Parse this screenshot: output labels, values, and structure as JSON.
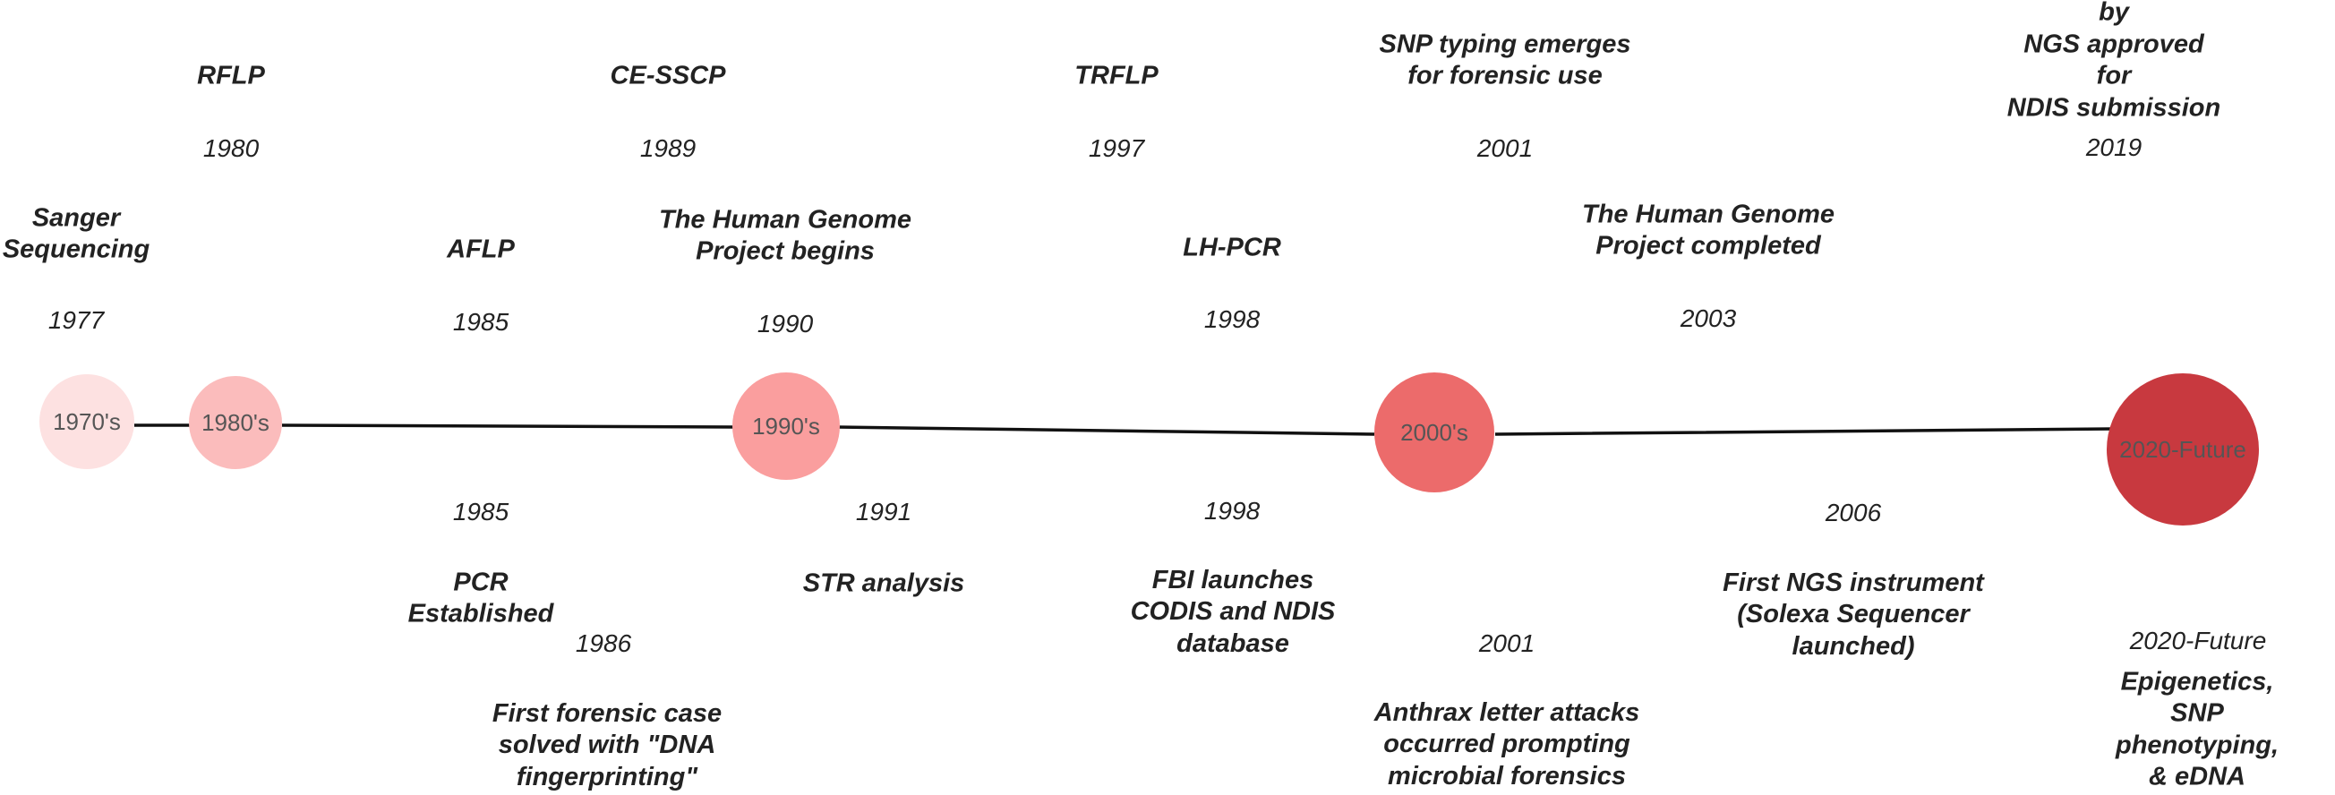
{
  "palette": {
    "line": "#111111",
    "era_1970s": "#fde1e1",
    "era_1980s": "#fbbcbc",
    "era_1990s": "#fa9e9e",
    "era_2000s": "#ec6b6b",
    "era_2020": "#c8393f"
  },
  "eras": [
    {
      "id": "era-1970s",
      "label": "1970's"
    },
    {
      "id": "era-1980s",
      "label": "1980's"
    },
    {
      "id": "era-1990s",
      "label": "1990's"
    },
    {
      "id": "era-2000s",
      "label": "2000's"
    },
    {
      "id": "era-2020",
      "label": "2020-Future"
    }
  ],
  "events": [
    {
      "id": "sanger",
      "title": "Sanger\nSequencing",
      "year": "1977"
    },
    {
      "id": "rflp",
      "title": "RFLP",
      "year": "1980"
    },
    {
      "id": "aflp",
      "title": "AFLP",
      "year": "1985"
    },
    {
      "id": "pcr",
      "title": "PCR\nEstablished",
      "year": "1985"
    },
    {
      "id": "forensic-case",
      "title": "First forensic case\nsolved with \"DNA\nfingerprinting\"",
      "year": "1986"
    },
    {
      "id": "ce-sscp",
      "title": "CE-SSCP",
      "year": "1989"
    },
    {
      "id": "hgp-begins",
      "title": "The Human Genome\nProject begins",
      "year": "1990"
    },
    {
      "id": "str",
      "title": "STR analysis",
      "year": "1991"
    },
    {
      "id": "trflp",
      "title": "TRFLP",
      "year": "1997"
    },
    {
      "id": "lh-pcr",
      "title": "LH-PCR",
      "year": "1998"
    },
    {
      "id": "codis",
      "title": "FBI launches\nCODIS  and NDIS\ndatabase",
      "year": "1998"
    },
    {
      "id": "snp",
      "title": "SNP typing emerges\nfor forensic use",
      "year": "2001"
    },
    {
      "id": "anthrax",
      "title": "Anthrax letter attacks\noccurred prompting\nmicrobial forensics",
      "year": "2001"
    },
    {
      "id": "hgp-completed",
      "title": "The Human Genome\nProject completed",
      "year": "2003"
    },
    {
      "id": "ngs-instrument",
      "title": "First NGS instrument\n(Solexa Sequencer\nlaunched)",
      "year": "2006"
    },
    {
      "id": "ngs-ndis",
      "title": "Data generated by\nNGS approved for\nNDIS submission",
      "year": "2019"
    },
    {
      "id": "future",
      "title": "Epigenetics, SNP\nphenotyping, & eDNA",
      "year": "2020-Future"
    }
  ]
}
